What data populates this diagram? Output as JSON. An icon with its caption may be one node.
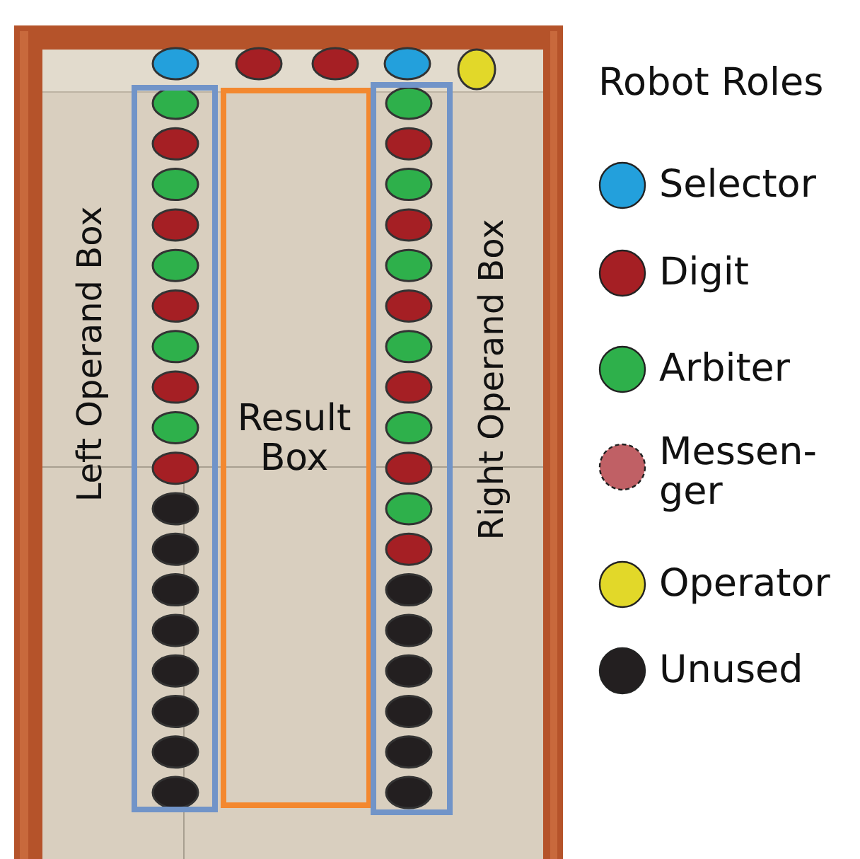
{
  "diagram": {
    "nodes": [
      {
        "text": [
          "Left Operand Box"
        ]
      },
      {
        "text": [
          "Result Box"
        ]
      },
      {
        "text": [
          "Right Operand Box"
        ]
      }
    ],
    "labels": [
      "Robot Roles"
    ],
    "legend": [
      {
        "text": "Selector",
        "color": "#23a0dc"
      },
      {
        "text": "Digit",
        "color": "#a51f24"
      },
      {
        "text": "Arbiter",
        "color": "#2eb04b"
      },
      {
        "text": "Messen- ger",
        "color": "#c06065"
      },
      {
        "text": "Operator",
        "color": "#e2d829"
      },
      {
        "text": "Unused",
        "color": "#231f20"
      }
    ]
  }
}
